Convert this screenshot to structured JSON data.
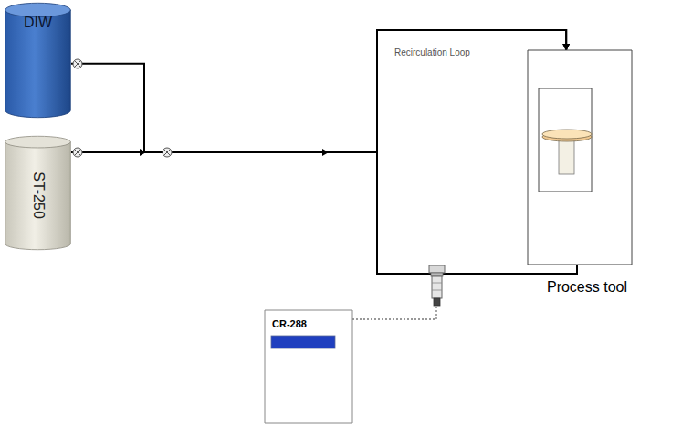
{
  "diagram": {
    "nodes": [
      {
        "text": [
          "DIW"
        ]
      },
      {
        "text": [
          "ST-250"
        ]
      },
      {
        "text": [
          "Process tool"
        ]
      },
      {
        "text": [
          "CR-288"
        ]
      }
    ],
    "edges": [
      {
        "from": 0,
        "to": 2,
        "arrow": "to"
      },
      {
        "from": 1,
        "to": 2,
        "arrow": "to"
      }
    ],
    "labels": [
      "Recirculation Loop"
    ]
  }
}
